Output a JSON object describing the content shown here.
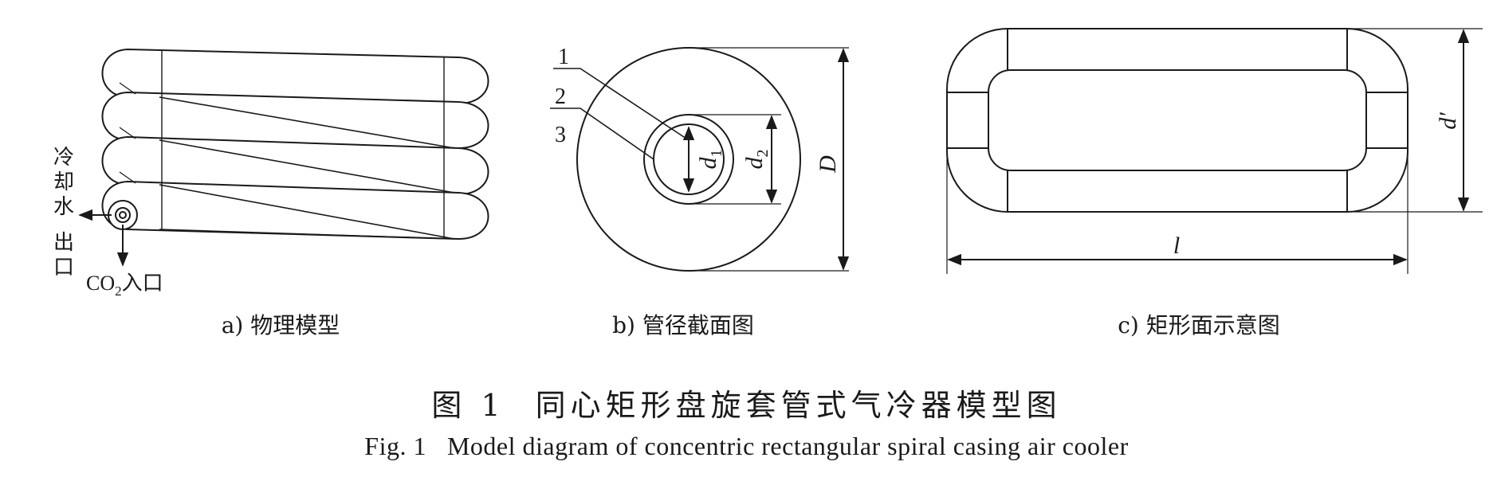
{
  "figure": {
    "panel_a": {
      "caption": "a) 物理模型",
      "water_outlet": [
        "冷",
        "却",
        "水",
        "出",
        "口"
      ],
      "co2_prefix": "CO",
      "co2_sub": "2",
      "co2_suffix": "入口"
    },
    "panel_b": {
      "caption": "b) 管径截面图",
      "callouts": [
        "1",
        "2",
        "3"
      ],
      "d1_main": "d",
      "d1_sub": "1",
      "d2_main": "d",
      "d2_sub": "2",
      "D": "D"
    },
    "panel_c": {
      "caption": "c) 矩形面示意图",
      "l": "l",
      "d_prime": "d′"
    },
    "title_cn_label": "图 1",
    "title_cn_text": "同心矩形盘旋套管式气冷器模型图",
    "title_en_label": "Fig. 1",
    "title_en_text": "Model diagram of concentric rectangular spiral casing air cooler"
  }
}
